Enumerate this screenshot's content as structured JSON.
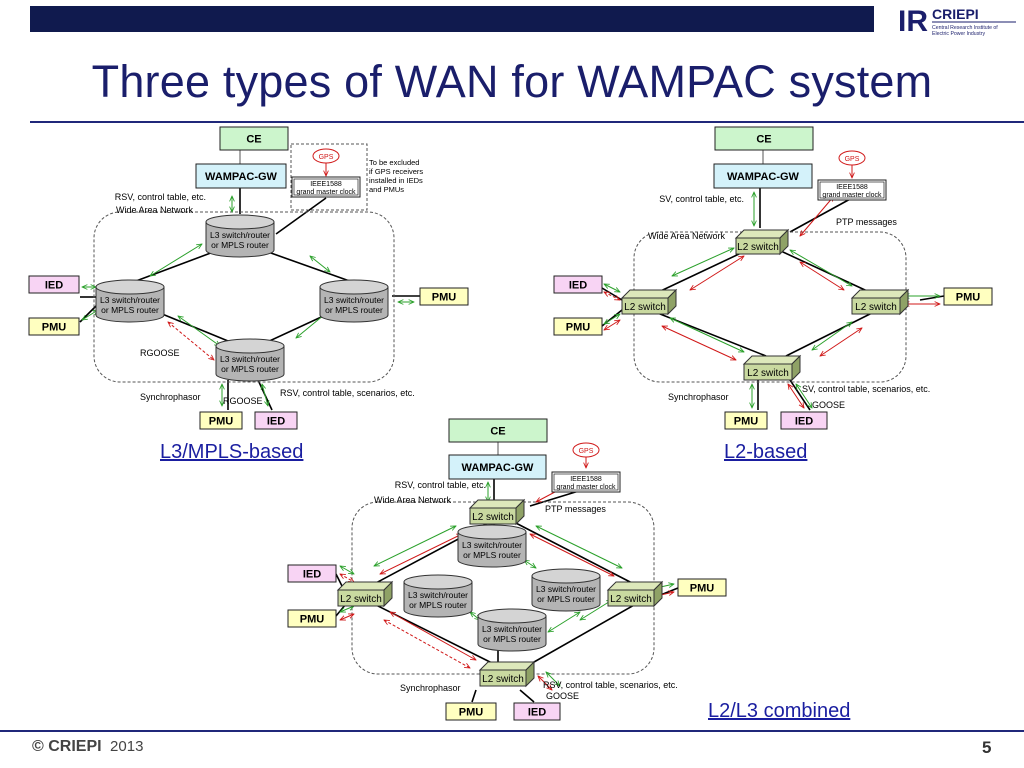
{
  "slide": {
    "title": "Three types of WAN for WAMPAC system",
    "logo": {
      "mark": "IR",
      "name": "CRIEPI",
      "subtitle_line1": "Central Research Institute of",
      "subtitle_line2": "Electric Power Industry"
    },
    "footer": {
      "copyright_symbol": "©",
      "org": "CRIEPI",
      "year": "2013"
    },
    "page_number": "5"
  },
  "labels": {
    "ce": "CE",
    "gw": "WAMPAC-GW",
    "gps": "GPS",
    "ieee_line1": "IEEE1588",
    "ieee_line2": "grand master clock",
    "wan": "Wide Area Network",
    "ied": "IED",
    "pmu": "PMU",
    "l2": "L2 switch",
    "l3_line1": "L3 switch/router",
    "l3_line2": "or MPLS router",
    "rgoose": "RGOOSE",
    "goose": "GOOSE",
    "synchrophasor": "Synchrophasor",
    "ptp": "PTP messages",
    "rsv_ctrl": "RSV, control table, etc.",
    "sv_ctrl": "SV, control table, etc.",
    "rsv_scen": "RSV, control table, scenarios, etc.",
    "sv_scen": "SV, control table, scenarios, etc.",
    "gps_note_1": "To be excluded",
    "gps_note_2": "if GPS receivers",
    "gps_note_3": "installed in IEDs",
    "gps_note_4": "and PMUs"
  },
  "captions": {
    "l3": "L3/MPLS-based",
    "l2": "L2-based",
    "combined": "L2/L3 combined"
  },
  "colors": {
    "title": "#1a1e6b",
    "banner": "#101a4e",
    "ce_fill": "#ccf5cc",
    "gw_fill": "#d4f2fa",
    "ied_fill": "#f8d4f4",
    "pmu_fill": "#ffffc0",
    "l2_fill": "#c9d9a0",
    "l3_fill": "#b4b4b4",
    "green_arrow": "#2aa02a",
    "red_arrow": "#d01818",
    "caption": "#1a1ea0"
  }
}
